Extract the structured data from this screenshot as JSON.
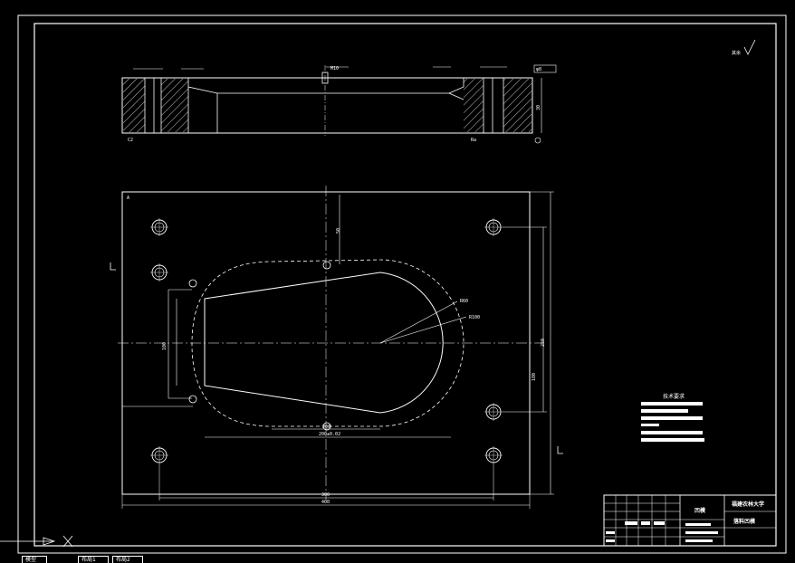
{
  "statusbar": {
    "tabs": [
      "模型",
      "布局1",
      "布局2"
    ]
  },
  "drawing": {
    "roughness_mark": "其余",
    "technical_requirements_title": "技术要求",
    "top_view_label": "L",
    "title_block": {
      "school": "福建农林大学",
      "part_name": "凹模",
      "drawing_title": "落料凹模"
    },
    "dimensions": {
      "outer_width": "400",
      "hole_spacing_x": "300",
      "cavity_length": "200",
      "cavity_length_tol": "200±0.02",
      "plate_height": "250",
      "hole_spacing_y": "180",
      "left_height": "100",
      "radius_a": "R60",
      "radius_b": "R100",
      "offset_top": "50",
      "side_thickness": "30",
      "small_hole": "M10",
      "dowel": "φ8"
    }
  },
  "colors": {
    "background": "#000000",
    "line": "#ffffff",
    "hatch": "#ffffff"
  }
}
